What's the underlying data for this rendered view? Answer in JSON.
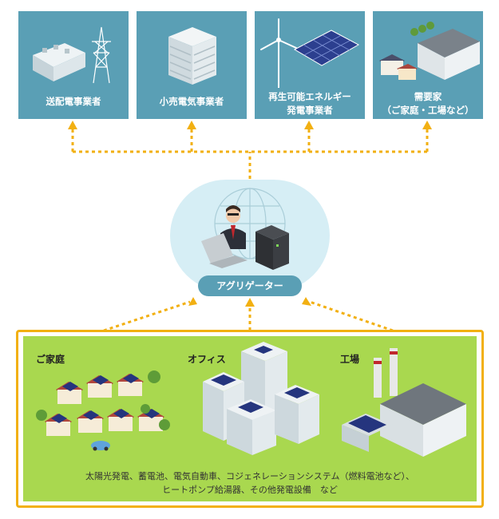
{
  "top_cards": [
    {
      "line1": "送配電事業者",
      "line2": ""
    },
    {
      "line1": "小売電気事業者",
      "line2": ""
    },
    {
      "line1": "再生可能エネルギー",
      "line2": "発電事業者"
    },
    {
      "line1": "需要家",
      "line2": "（ご家庭・工場など）"
    }
  ],
  "aggregator": {
    "label": "アグリゲーター"
  },
  "bottom": {
    "sections": [
      {
        "title": "ご家庭"
      },
      {
        "title": "オフィス"
      },
      {
        "title": "工場"
      }
    ],
    "footer_line1": "太陽光発電、蓄電池、電気自動車、コジェネレーションシステム（燃料電池など）、",
    "footer_line2": "ヒートポンプ給湯器、その他発電設備　など"
  },
  "colors": {
    "card": "#5a9fb5",
    "arrow": "#f2b012",
    "frame": "#f2b012",
    "cloud": "#d6eef5",
    "green": "#a9d84f"
  }
}
